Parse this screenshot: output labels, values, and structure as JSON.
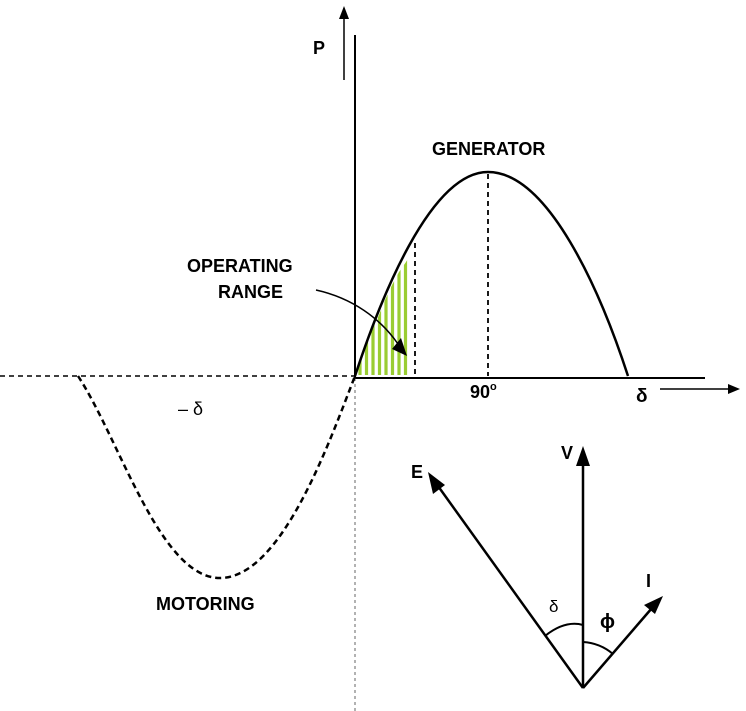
{
  "labels": {
    "p_axis": "P",
    "generator": "GENERATOR",
    "operating_range_line1": "OPERATING",
    "operating_range_line2": "RANGE",
    "ninety_deg": "90",
    "ninety_deg_sup": "o",
    "delta_axis": "δ",
    "neg_delta": "– δ",
    "motoring": "MOTORING",
    "phasor_e": "E",
    "phasor_v": "V",
    "phasor_i": "I",
    "angle_delta": "δ",
    "angle_phi": "ϕ"
  },
  "colors": {
    "ink": "#000000",
    "operating_hatch": "#9acd32"
  }
}
